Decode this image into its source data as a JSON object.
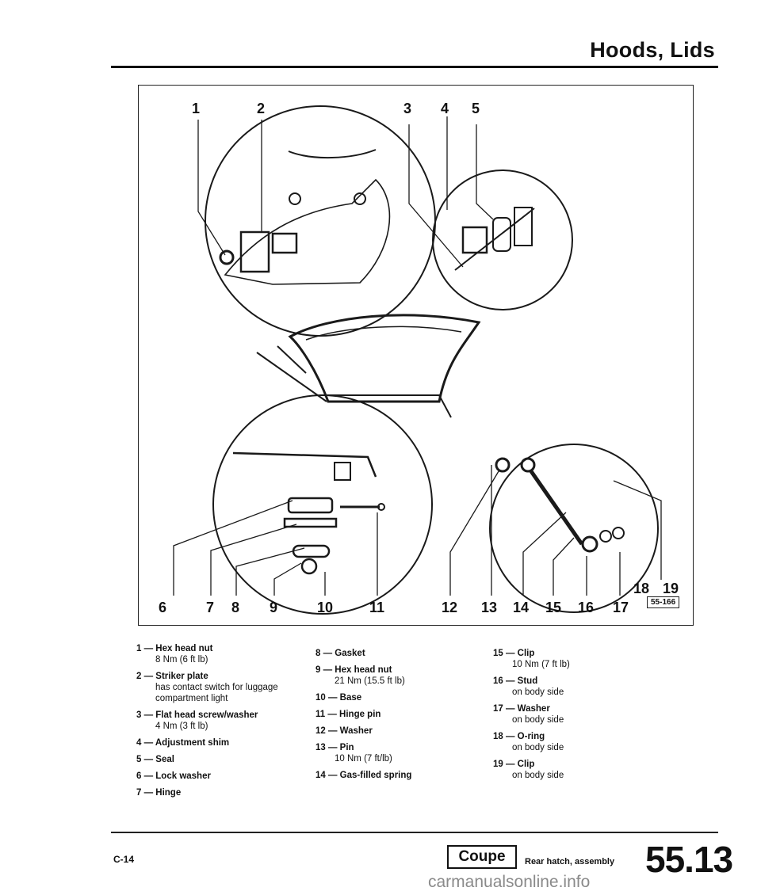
{
  "header": {
    "title": "Hoods, Lids"
  },
  "diagram": {
    "callouts_top": [
      "1",
      "2",
      "3",
      "4",
      "5"
    ],
    "callouts_bottom": [
      "6",
      "7",
      "8",
      "9",
      "10",
      "11",
      "12",
      "13",
      "14",
      "15",
      "16",
      "17"
    ],
    "callouts_right": [
      "18",
      "19"
    ],
    "figure_code": "55-166"
  },
  "legend": {
    "col1": [
      {
        "label": "1 — Hex head nut",
        "note": "8 Nm (6 ft lb)"
      },
      {
        "label": "2 — Striker plate",
        "note": "has contact switch for luggage compartment light"
      },
      {
        "label": "3 — Flat head screw/washer",
        "note": "4 Nm (3 ft lb)"
      },
      {
        "label": "4 — Adjustment shim",
        "note": ""
      },
      {
        "label": "5 — Seal",
        "note": ""
      },
      {
        "label": "6 — Lock washer",
        "note": ""
      },
      {
        "label": "7 — Hinge",
        "note": ""
      }
    ],
    "col2": [
      {
        "label": "8 — Gasket",
        "note": ""
      },
      {
        "label": "9 — Hex head nut",
        "note": "21 Nm (15.5 ft lb)"
      },
      {
        "label": "10 — Base",
        "note": ""
      },
      {
        "label": "11 — Hinge pin",
        "note": ""
      },
      {
        "label": "12 — Washer",
        "note": ""
      },
      {
        "label": "13 — Pin",
        "note": "10 Nm (7 ft/lb)"
      },
      {
        "label": "14 — Gas-filled spring",
        "note": ""
      }
    ],
    "col3": [
      {
        "label": "15 — Clip",
        "note": "10 Nm (7 ft lb)"
      },
      {
        "label": "16 — Stud",
        "note": "on body side"
      },
      {
        "label": "17 — Washer",
        "note": "on body side"
      },
      {
        "label": "18 — O-ring",
        "note": "on body side"
      },
      {
        "label": "19 — Clip",
        "note": "on body side"
      }
    ]
  },
  "footer": {
    "page_code": "C-14",
    "coupe_label": "Coupe",
    "section_title": "Rear hatch, assembly",
    "page_number": "55.13",
    "watermark": "carmanualsonline.info"
  }
}
